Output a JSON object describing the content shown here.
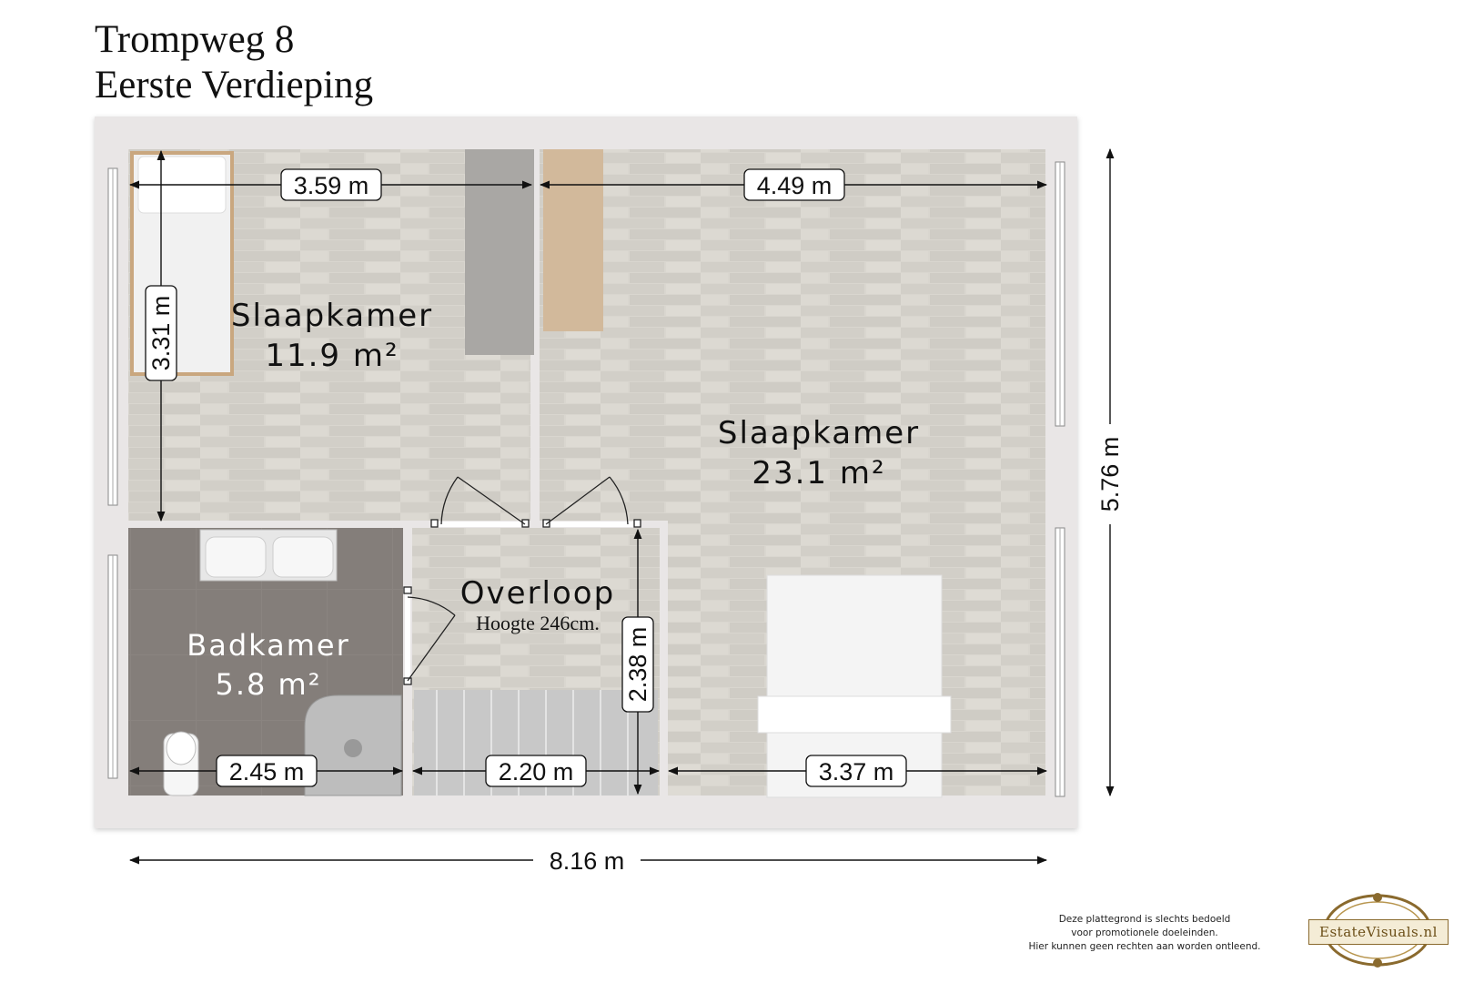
{
  "header": {
    "address": "Trompweg 8",
    "floor": "Eerste Verdieping"
  },
  "rooms": {
    "bedroom_small": {
      "name": "Slaapkamer",
      "area": "11.9 m²"
    },
    "bedroom_large": {
      "name": "Slaapkamer",
      "area": "23.1 m²"
    },
    "bathroom": {
      "name": "Badkamer",
      "area": "5.8 m²"
    },
    "landing": {
      "name": "Overloop",
      "note": "Hoogte 246cm."
    }
  },
  "dimensions": {
    "bedroom_small_width": "3.59 m",
    "bedroom_small_depth": "3.31 m",
    "bedroom_large_width": "4.49 m",
    "bedroom_large_bottom": "3.37 m",
    "bathroom_width": "2.45 m",
    "landing_width": "2.20 m",
    "landing_depth": "2.38 m",
    "total_width": "8.16 m",
    "total_depth": "5.76 m"
  },
  "footer": {
    "disclaimer_line1": "Deze plattegrond is slechts bedoeld",
    "disclaimer_line2": "voor promotionele doeleinden.",
    "disclaimer_line3": "Hier kunnen geen rechten aan worden ontleend.",
    "logo_text": "EstateVisuals.nl"
  },
  "colors": {
    "wall": "#e9e6e6",
    "wood_floor": "#d8d5ce",
    "bath_floor": "#87817d",
    "dimension_line": "#111111",
    "logo_gold": "#8a6a2e"
  }
}
